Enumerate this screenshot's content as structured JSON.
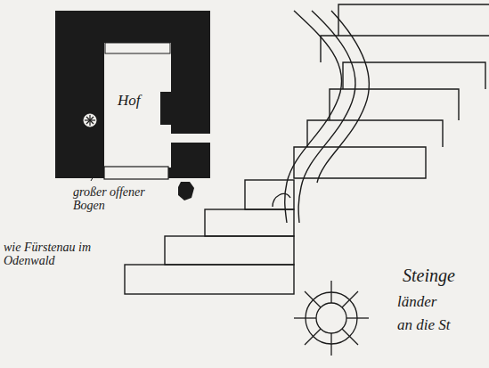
{
  "diagram": {
    "labels": [
      "Hof",
      "großer offener Bogen",
      "wie Fürstenau im Odenwald",
      "Steinge",
      "länder",
      "an die St"
    ]
  }
}
